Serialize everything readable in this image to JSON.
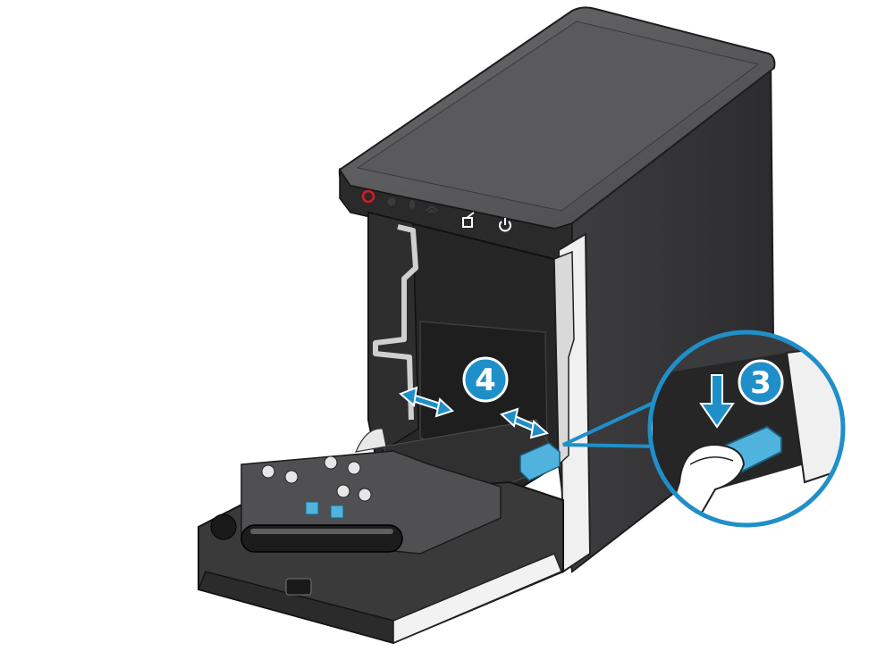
{
  "illustration": {
    "subject": "receipt-printer-paper-guide-adjustment",
    "steps": [
      {
        "label": "4",
        "icon": "double-arrow-icon"
      },
      {
        "label": "3",
        "icon": "down-arrow-icon"
      }
    ],
    "control_panel_icons": [
      "error-icon",
      "info-icon",
      "bluetooth-icon",
      "wifi-icon",
      "paper-feed-icon",
      "power-icon"
    ],
    "colors": {
      "accent": "#1f8fc9",
      "body": "#3d3d3f",
      "interior": "#262627",
      "lever": "#4fb3de",
      "error_led": "#d21f25"
    }
  }
}
